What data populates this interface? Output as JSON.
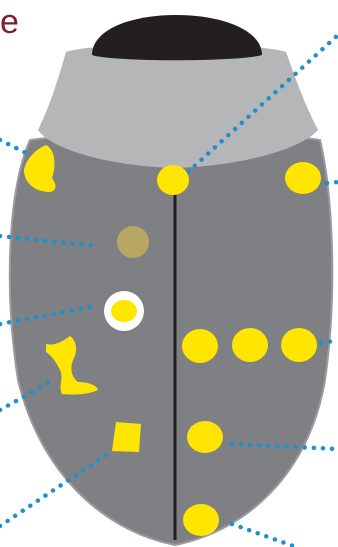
{
  "heading": {
    "text_fragment": "e",
    "color": "#7a1f2b"
  },
  "colors": {
    "background": "#ffffff",
    "head": "#231f20",
    "pronotum": "#b5b6b8",
    "elytra": "#7f8083",
    "elytra_outline": "#9a9b9e",
    "suture_line": "#231f20",
    "spot": "#ffe500",
    "faint_spot": "#c9b458",
    "ring": "#ffffff",
    "leader_line": "#1f8fd0"
  },
  "diagram": {
    "subject": "beetle",
    "spots": [
      "pronotum-left-crescent-spot",
      "pronotum-center-spot",
      "shoulder-right-spot",
      "faint-blurred-spot",
      "ringed-spot",
      "irregular-spot",
      "square-spot",
      "row-spot-1",
      "row-spot-2",
      "row-spot-3",
      "lower-right-spot",
      "bottom-spot"
    ]
  }
}
